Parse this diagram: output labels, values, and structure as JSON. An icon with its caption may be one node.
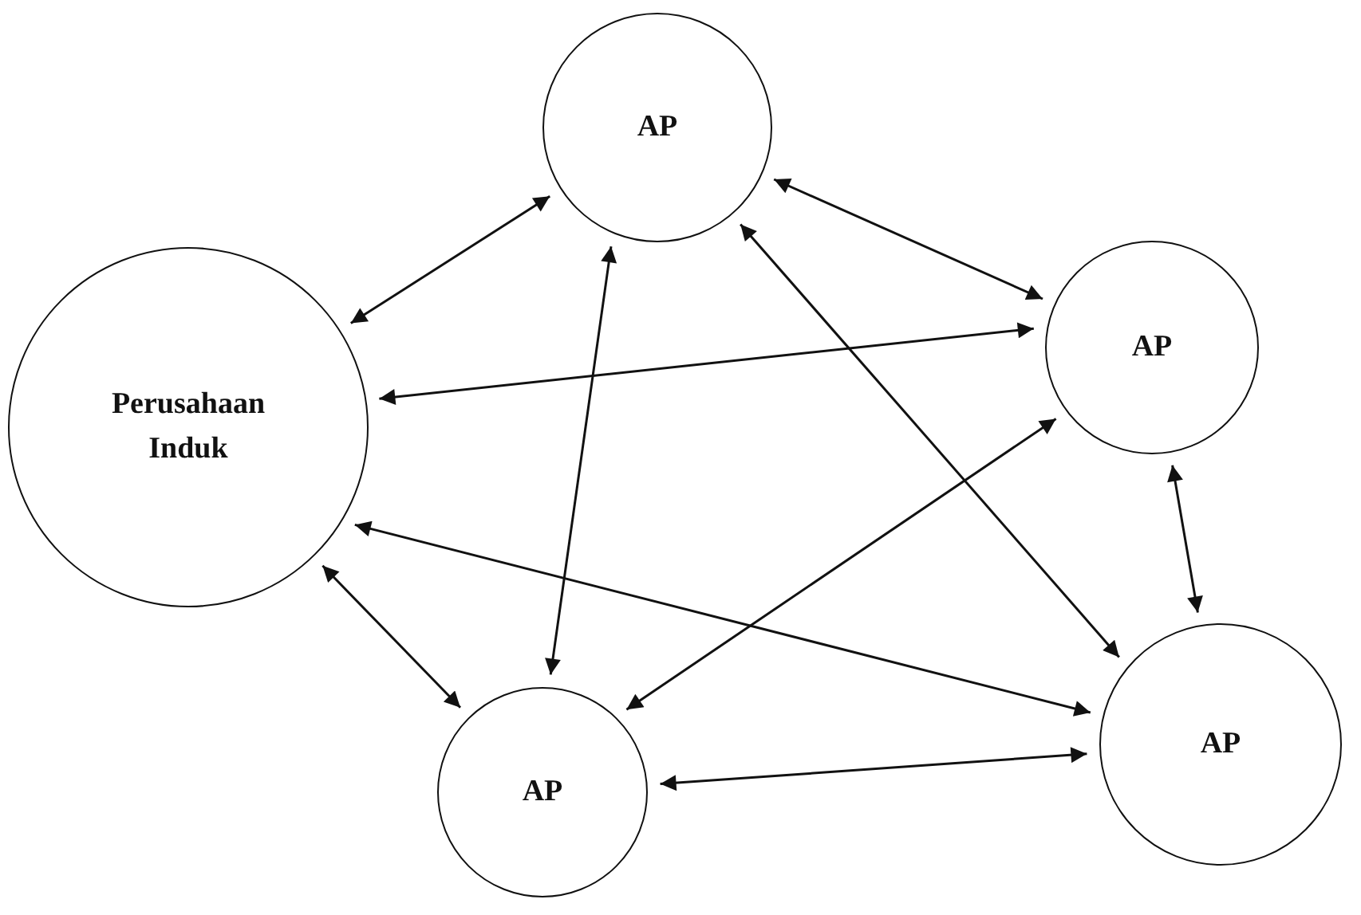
{
  "diagram": {
    "nodes": [
      {
        "text": [
          "Perusahaan Induk"
        ]
      },
      {
        "text": [
          "AP"
        ]
      },
      {
        "text": [
          "AP"
        ]
      },
      {
        "text": [
          "AP"
        ]
      },
      {
        "text": [
          "AP"
        ]
      }
    ],
    "edges": [
      {
        "from": 0,
        "to": 1,
        "arrow": "both"
      },
      {
        "from": 1,
        "to": 2,
        "arrow": "both"
      },
      {
        "from": 0,
        "to": 2,
        "arrow": "both"
      },
      {
        "from": 1,
        "to": 3,
        "arrow": "both"
      },
      {
        "from": 1,
        "to": 4,
        "arrow": "both"
      },
      {
        "from": 2,
        "to": 3,
        "arrow": "both"
      },
      {
        "from": 2,
        "to": 4,
        "arrow": "both"
      },
      {
        "from": 0,
        "to": 4,
        "arrow": "both"
      },
      {
        "from": 0,
        "to": 3,
        "arrow": "both"
      },
      {
        "from": 3,
        "to": 4,
        "arrow": "both"
      }
    ]
  }
}
